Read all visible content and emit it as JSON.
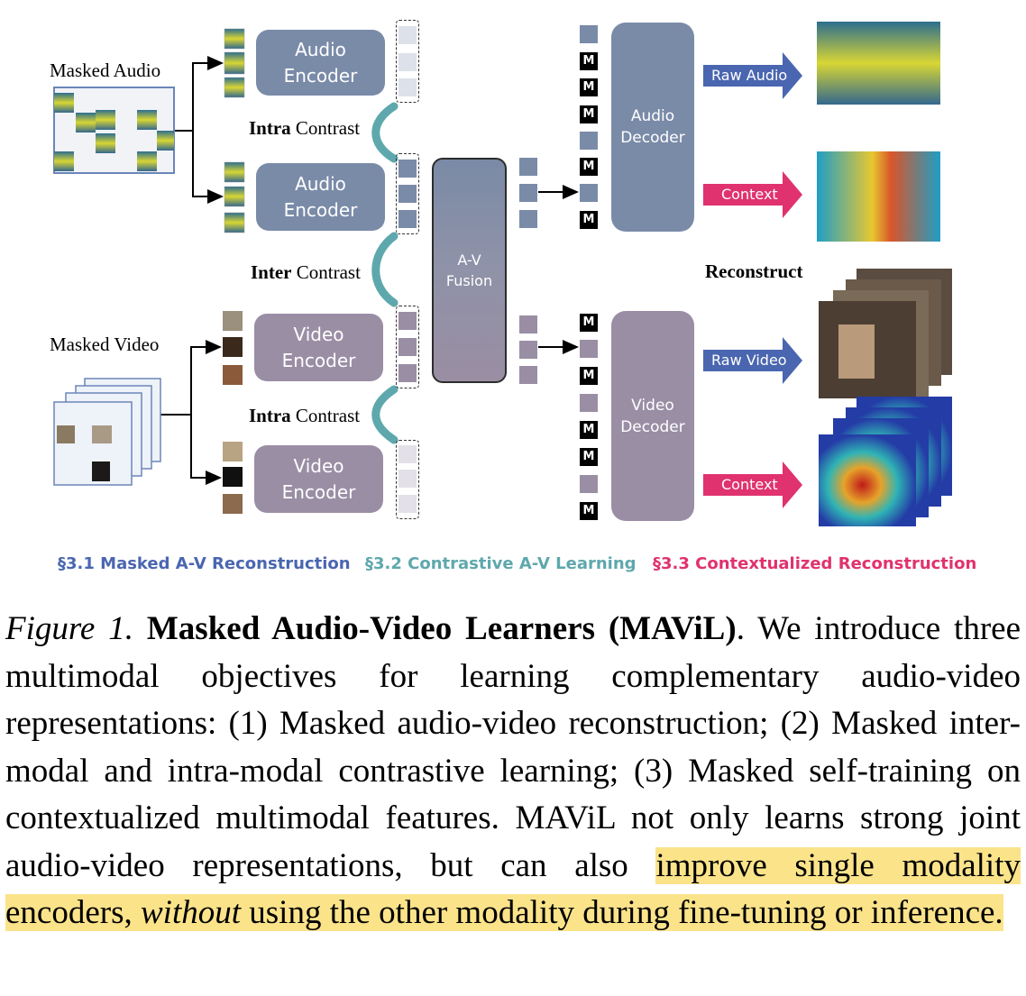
{
  "figure": {
    "masked_audio_label": "Masked Audio",
    "masked_video_label": "Masked Video",
    "audio_encoder_top": "Audio\nEncoder",
    "audio_encoder_bottom": "Audio\nEncoder",
    "video_encoder_top": "Video\nEncoder",
    "video_encoder_bottom": "Video\nEncoder",
    "intra_contrast_top": {
      "bold": "Intra",
      "rest": " Contrast"
    },
    "inter_contrast": {
      "bold": "Inter",
      "rest": " Contrast"
    },
    "intra_contrast_bottom": {
      "bold": "Intra",
      "rest": " Contrast"
    },
    "fusion_label": "A-V\nFusion",
    "audio_decoder_label": "Audio\nDecoder",
    "video_decoder_label": "Video\nDecoder",
    "mask_token_letter": "M",
    "raw_audio_label": "Raw Audio",
    "raw_video_label": "Raw Video",
    "context_label_audio": "Context",
    "context_label_video": "Context",
    "reconstruct_label": "Reconstruct",
    "colors": {
      "audio": "#7a8ba8",
      "video": "#9a8ea5",
      "contrast_teal": "#5ea8ad",
      "blue_arrow": "#4a66b0",
      "pink_arrow": "#e0326e"
    }
  },
  "sections": {
    "s1": "§3.1 Masked A-V Reconstruction",
    "s2": "§3.2 Contrastive A-V Learning",
    "s3": "§3.3 Contextualized Reconstruction"
  },
  "caption": {
    "figure_no": "Figure 1.",
    "title": "Masked Audio-Video Learners (MAViL)",
    "after_title": ". We introduce three multimodal objectives for learning complementary audio-video representations: (1) Masked audio-video reconstruction; (2) Masked inter-modal and intra-modal contrastive learning; (3) Masked self-training on contextualized multimodal features. MAViL not only learns strong joint audio-video representations, but can also ",
    "hl_1": "improve single modality encoders, ",
    "hl_italic": "without",
    "hl_2": " using the other modality during fine-tuning or inference",
    "hl_end": "."
  }
}
